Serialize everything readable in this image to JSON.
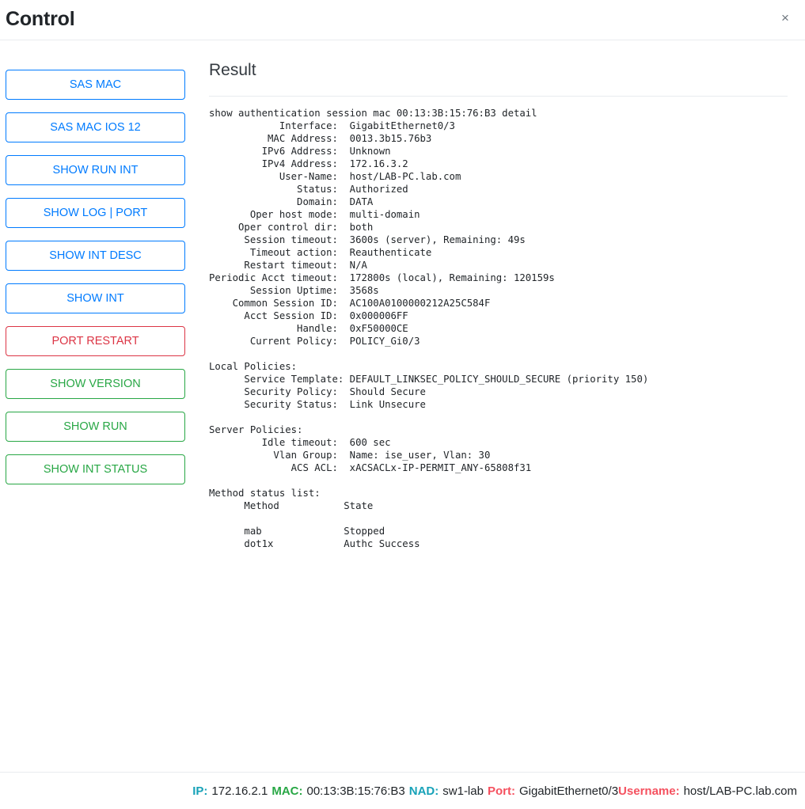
{
  "header": {
    "title": "Control",
    "close_label": "×"
  },
  "sidebar": {
    "buttons": [
      {
        "label": "SAS MAC",
        "style": "primary"
      },
      {
        "label": "SAS MAC IOS 12",
        "style": "primary"
      },
      {
        "label": "SHOW RUN INT",
        "style": "primary"
      },
      {
        "label": "SHOW LOG | PORT",
        "style": "primary"
      },
      {
        "label": "SHOW INT DESC",
        "style": "primary"
      },
      {
        "label": "SHOW INT",
        "style": "primary"
      },
      {
        "label": "PORT RESTART",
        "style": "danger"
      },
      {
        "label": "SHOW VERSION",
        "style": "success"
      },
      {
        "label": "SHOW RUN",
        "style": "success"
      },
      {
        "label": "SHOW INT STATUS",
        "style": "success"
      }
    ]
  },
  "result": {
    "title": "Result",
    "command": "show authentication session mac 00:13:3B:15:76:B3 detail",
    "session": {
      "Interface": "GigabitEthernet0/3",
      "MAC Address": "0013.3b15.76b3",
      "IPv6 Address": "Unknown",
      "IPv4 Address": "172.16.3.2",
      "User-Name": "host/LAB-PC.lab.com",
      "Status": "Authorized",
      "Domain": "DATA",
      "Oper host mode": "multi-domain",
      "Oper control dir": "both",
      "Session timeout": "3600s (server), Remaining: 49s",
      "Timeout action": "Reauthenticate",
      "Restart timeout": "N/A",
      "Periodic Acct timeout": "172800s (local), Remaining: 120159s",
      "Session Uptime": "3568s",
      "Common Session ID": "AC100A0100000212A25C584F",
      "Acct Session ID": "0x000006FF",
      "Handle": "0xF50000CE",
      "Current Policy": "POLICY_Gi0/3"
    },
    "local_policies": {
      "heading": "Local Policies:",
      "Service Template": "DEFAULT_LINKSEC_POLICY_SHOULD_SECURE (priority 150)",
      "Security Policy": "Should Secure",
      "Security Status": "Link Unsecure"
    },
    "server_policies": {
      "heading": "Server Policies:",
      "Idle timeout": "600 sec",
      "Vlan Group": "Name: ise_user, Vlan: 30",
      "ACS ACL": "xACSACLx-IP-PERMIT_ANY-65808f31"
    },
    "method_status": {
      "heading": "Method status list:",
      "col_method": "Method",
      "col_state": "State",
      "rows": [
        {
          "method": "mab",
          "state": "Stopped"
        },
        {
          "method": "dot1x",
          "state": "Authc Success"
        }
      ]
    },
    "output_text": "show authentication session mac 00:13:3B:15:76:B3 detail\n            Interface:  GigabitEthernet0/3\n          MAC Address:  0013.3b15.76b3\n         IPv6 Address:  Unknown\n         IPv4 Address:  172.16.3.2\n            User-Name:  host/LAB-PC.lab.com\n               Status:  Authorized\n               Domain:  DATA\n       Oper host mode:  multi-domain\n     Oper control dir:  both\n      Session timeout:  3600s (server), Remaining: 49s\n       Timeout action:  Reauthenticate\n      Restart timeout:  N/A\nPeriodic Acct timeout:  172800s (local), Remaining: 120159s\n       Session Uptime:  3568s\n    Common Session ID:  AC100A0100000212A25C584F\n      Acct Session ID:  0x000006FF\n               Handle:  0xF50000CE\n       Current Policy:  POLICY_Gi0/3\n\nLocal Policies:\n      Service Template: DEFAULT_LINKSEC_POLICY_SHOULD_SECURE (priority 150)\n      Security Policy:  Should Secure\n      Security Status:  Link Unsecure\n\nServer Policies:\n         Idle timeout:  600 sec\n           Vlan Group:  Name: ise_user, Vlan: 30\n              ACS ACL:  xACSACLx-IP-PERMIT_ANY-65808f31\n\nMethod status list:\n      Method           State\n\n      mab              Stopped\n      dot1x            Authc Success"
  },
  "footer": {
    "ip_label": "IP:",
    "ip_value": "172.16.2.1",
    "mac_label": "MAC:",
    "mac_value": "00:13:3B:15:76:B3",
    "nad_label": "NAD:",
    "nad_value": "sw1-lab",
    "port_label": "Port:",
    "port_value": "GigabitEthernet0/3",
    "username_label": "Username:",
    "username_value": "host/LAB-PC.lab.com"
  },
  "colors": {
    "primary": "#007bff",
    "danger": "#dc3545",
    "success": "#28a745",
    "info": "#17a2b8",
    "footer_danger": "#f5515f"
  }
}
